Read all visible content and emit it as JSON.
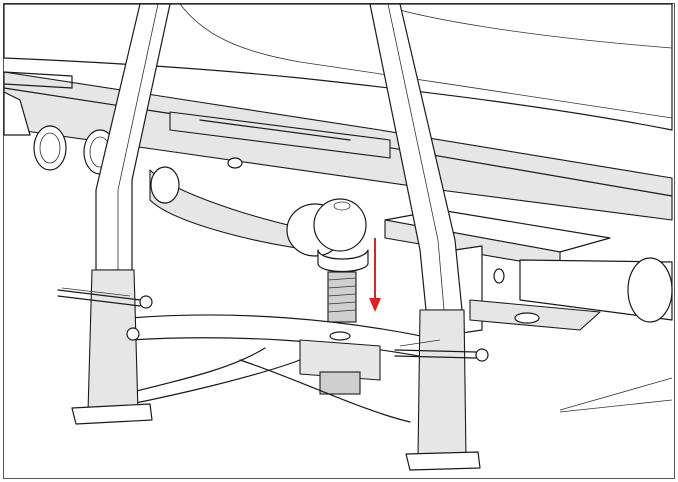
{
  "figure": {
    "background": "#ffffff",
    "line_color": "#1a1a1a",
    "shade_color": "#e6e6e6",
    "arrow_color": "#d9231d"
  },
  "parts": [
    {
      "id": "trailer-frame",
      "icon": "frame-beam"
    },
    {
      "id": "support-stand",
      "icon": "stand-leg"
    },
    {
      "id": "tow-ball",
      "icon": "tow-ball"
    },
    {
      "id": "hitch-receiver",
      "icon": "receiver"
    },
    {
      "id": "lock-pin",
      "icon": "pin"
    }
  ],
  "annotation": {
    "type": "arrow",
    "direction": "down",
    "meaning": "insert-ball"
  }
}
